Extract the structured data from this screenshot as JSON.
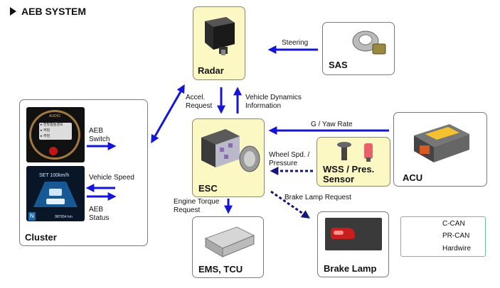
{
  "title": "AEB SYSTEM",
  "nodes": {
    "radar": "Radar",
    "sas": "SAS",
    "esc": "ESC",
    "acu": "ACU",
    "wss": "WSS / Pres.\nSensor",
    "cluster": "Cluster",
    "ems": "EMS, TCU",
    "brake_lamp": "Brake Lamp"
  },
  "signals": {
    "steering": "Steering",
    "accel_request": "Accel.\nRequest",
    "vehicle_dynamics": "Vehicle Dynamics\nInformation",
    "g_yaw_rate": "G / Yaw Rate",
    "wheel_spd": "Wheel Spd. /\nPressure",
    "aeb_switch": "AEB\nSwitch",
    "vehicle_speed": "Vehicle Speed",
    "aeb_status": "AEB\nStatus",
    "engine_torque": "Engine Torque\nRequest",
    "brake_lamp_request": "Brake Lamp Request"
  },
  "cluster_screen": {
    "top_label": "AUDIO",
    "menu_item_1": "▸ 전방충돌경보",
    "menu_item_2": "▸ 켜짐",
    "menu_item_3": "▸ 꺼짐",
    "speed_set": "SET 100km/h",
    "gear": "N",
    "odometer": "987654 km"
  },
  "legend": {
    "c_can": "C-CAN",
    "pr_can": "PR-CAN",
    "hardwire": "Hardwire"
  },
  "colors": {
    "c_can": "#1515d8",
    "pr_can": "#7a1a8a",
    "hardwire": "#14147a",
    "highlight": "#fcf8c4"
  }
}
